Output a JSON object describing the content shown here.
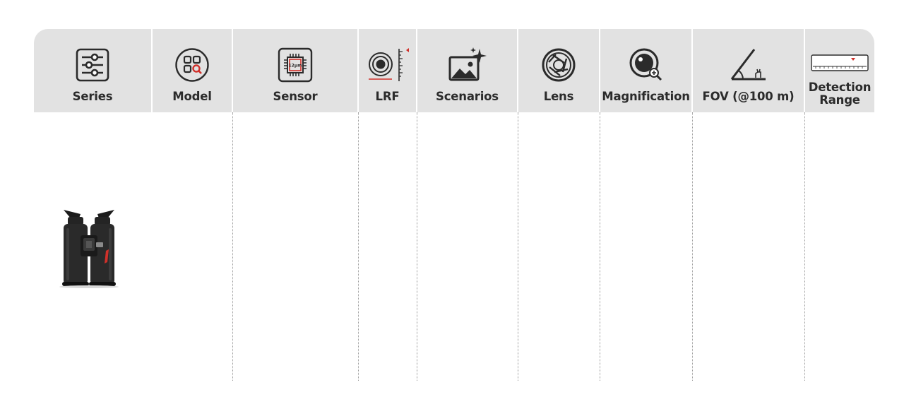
{
  "colors": {
    "header_bg": "#e2e2e2",
    "accent": "#d0302a",
    "text": "#2b2b2b",
    "divider": "#9a9a9a"
  },
  "columns": [
    {
      "key": "series",
      "label": "Series",
      "icon": "sliders-icon"
    },
    {
      "key": "model",
      "label": "Model",
      "icon": "model-grid-search-icon"
    },
    {
      "key": "sensor",
      "label": "Sensor",
      "icon": "chip-sensor-icon"
    },
    {
      "key": "lrf",
      "label": "LRF",
      "icon": "laser-rangefinder-icon"
    },
    {
      "key": "scenarios",
      "label": "Scenarios",
      "icon": "landscape-sparkle-icon"
    },
    {
      "key": "lens",
      "label": "Lens",
      "icon": "aperture-icon"
    },
    {
      "key": "magnification",
      "label": "Magnification",
      "icon": "magnifier-icon"
    },
    {
      "key": "fov",
      "label": "FOV (@100 m)",
      "icon": "field-of-view-angle-icon"
    },
    {
      "key": "detection",
      "label": "Detection Range",
      "icon": "ruler-range-icon"
    }
  ],
  "sensor_chip_text": "12μm",
  "rows": [
    {
      "image": "binocular-product-image"
    }
  ]
}
